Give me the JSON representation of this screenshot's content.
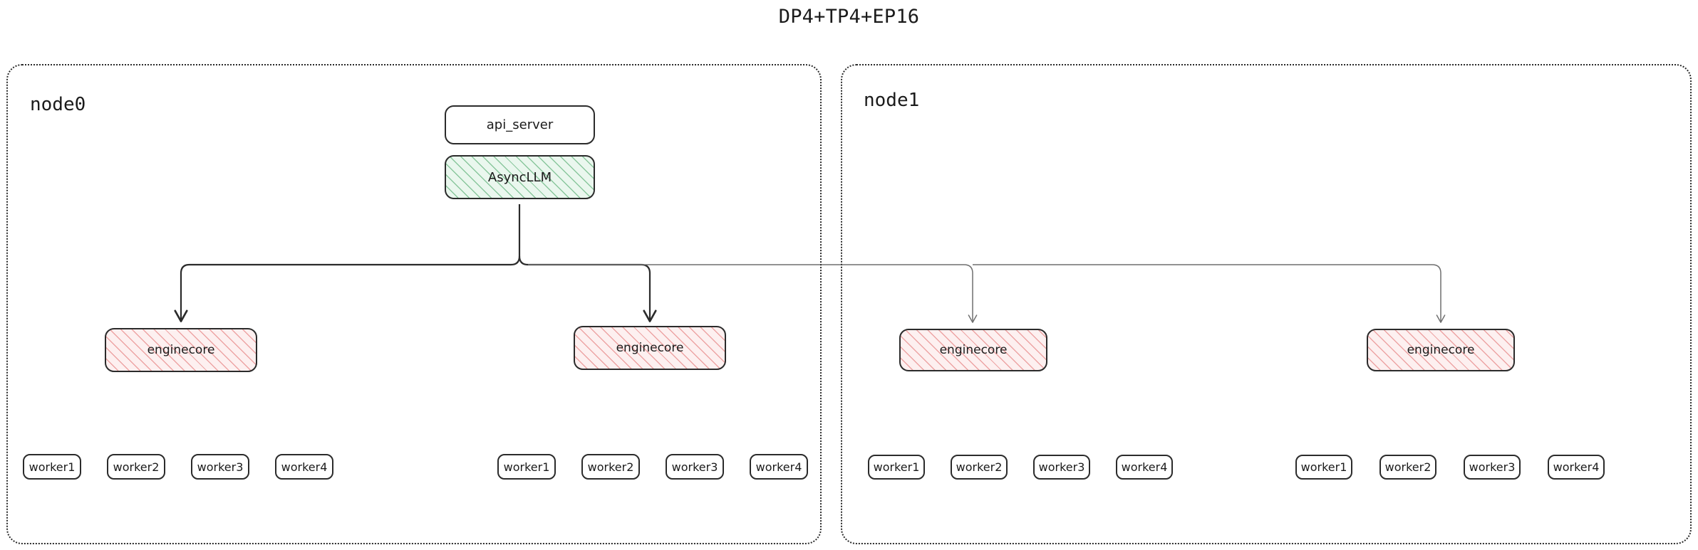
{
  "title": "DP4+TP4+EP16",
  "colors": {
    "stroke_dark": "#2b2b2b",
    "stroke_light": "#6f6f6f",
    "asyncllm_hatch": "#3ca05a",
    "asyncllm_fill": "#eaf7ee",
    "enginecore_hatch": "#e16e6e",
    "enginecore_fill": "#fdf0f0",
    "text": "#1b1b1b",
    "background": "#ffffff"
  },
  "nodes": [
    {
      "label": "node0",
      "api_server": {
        "label": "api_server"
      },
      "async_llm": {
        "label": "AsyncLLM"
      },
      "enginecores": [
        {
          "label": "enginecore",
          "workers": [
            {
              "label": "worker1"
            },
            {
              "label": "worker2"
            },
            {
              "label": "worker3"
            },
            {
              "label": "worker4"
            }
          ]
        },
        {
          "label": "enginecore",
          "workers": [
            {
              "label": "worker1"
            },
            {
              "label": "worker2"
            },
            {
              "label": "worker3"
            },
            {
              "label": "worker4"
            }
          ]
        }
      ]
    },
    {
      "label": "node1",
      "enginecores": [
        {
          "label": "enginecore",
          "workers": [
            {
              "label": "worker1"
            },
            {
              "label": "worker2"
            },
            {
              "label": "worker3"
            },
            {
              "label": "worker4"
            }
          ]
        },
        {
          "label": "enginecore",
          "workers": [
            {
              "label": "worker1"
            },
            {
              "label": "worker2"
            },
            {
              "label": "worker3"
            },
            {
              "label": "worker4"
            }
          ]
        }
      ]
    }
  ]
}
